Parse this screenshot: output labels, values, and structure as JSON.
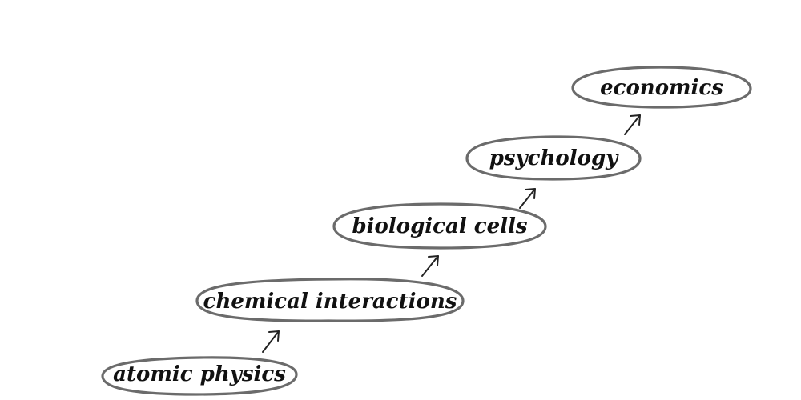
{
  "diagram": {
    "type": "ascending-sequence",
    "nodes": [
      {
        "id": "atomic-physics",
        "label": "atomic physics"
      },
      {
        "id": "chemical-interactions",
        "label": "chemical interactions"
      },
      {
        "id": "biological-cells",
        "label": "biological cells"
      },
      {
        "id": "psychology",
        "label": "psychology"
      },
      {
        "id": "economics",
        "label": "economics"
      }
    ],
    "edges": [
      {
        "from": "atomic-physics",
        "to": "chemical-interactions"
      },
      {
        "from": "chemical-interactions",
        "to": "biological-cells"
      },
      {
        "from": "biological-cells",
        "to": "psychology"
      },
      {
        "from": "psychology",
        "to": "economics"
      }
    ],
    "colors": {
      "outline": "#6b6b6b",
      "text": "#111111",
      "arrow": "#222222",
      "background": "#ffffff"
    }
  }
}
